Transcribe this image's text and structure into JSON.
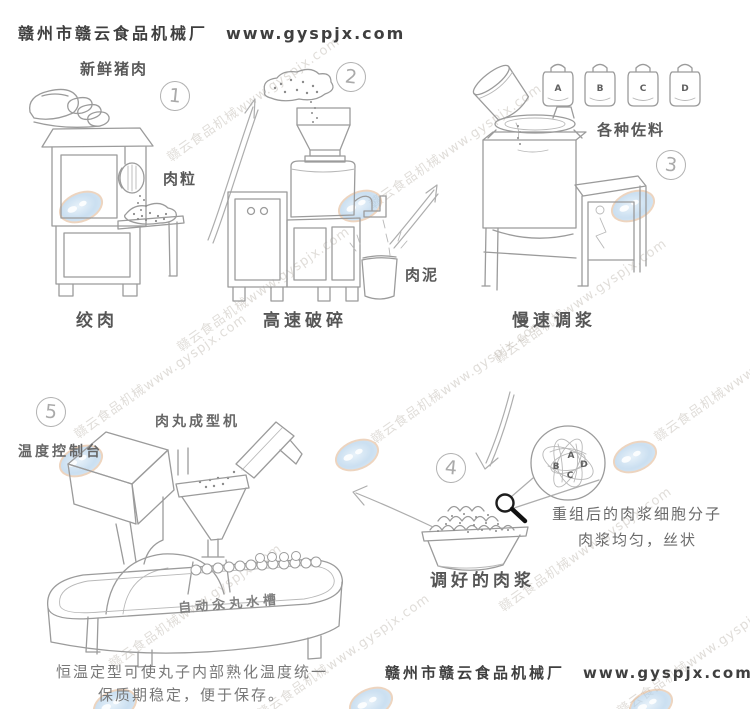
{
  "header": {
    "company": "赣州市赣云食品机械厂",
    "website": "www.gyspjx.com"
  },
  "watermark": {
    "text": "赣云食品机械www.gyspjx.com"
  },
  "steps": {
    "s1": {
      "num": "1",
      "caption": "绞肉",
      "material_label": "新鲜猪肉",
      "output_label": "肉粒"
    },
    "s2": {
      "num": "2",
      "caption": "高速破碎",
      "output_label": "肉泥"
    },
    "s3": {
      "num": "3",
      "caption": "慢速调浆",
      "seasoning_label": "各种佐料",
      "jars": [
        "A",
        "B",
        "C",
        "D"
      ]
    },
    "s4": {
      "num": "4",
      "caption": "调好的肉浆",
      "desc_line1": "重组后的肉浆细胞分子",
      "desc_line2": "肉浆均匀，丝状",
      "cell_letters": [
        "A",
        "D",
        "B",
        "C"
      ]
    },
    "s5": {
      "num": "5",
      "machine_label": "肉丸成型机",
      "console_label": "温度控制台",
      "trough_label": "自动汆丸水槽"
    }
  },
  "footer": {
    "note_line1": "恒温定型可使丸子内部熟化温度统一",
    "note_line2": "保质期稳定，便于保存。",
    "company": "赣州市赣云食品机械厂",
    "website": "www.gyspjx.com"
  }
}
